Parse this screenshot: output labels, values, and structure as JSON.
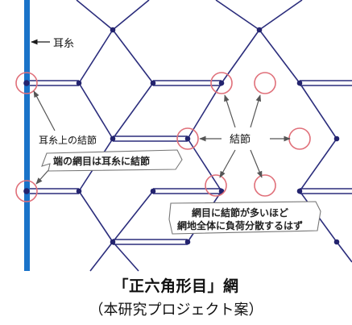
{
  "labels": {
    "selvage": "耳糸",
    "selvage_knot": "耳糸上の結節",
    "knot": "結節",
    "bubble_edge": "端の網目は耳糸に結節",
    "bubble_mesh_line1": "網目に結節が多いほど",
    "bubble_mesh_line2": "網地全体に負荷分散するはず"
  },
  "caption": {
    "title": "「正六角形目」網",
    "subtitle": "（本研究プロジェクト案）"
  },
  "colors": {
    "net_line": "#2b2d7c",
    "knot_dot": "#23236e",
    "selvage_rope": "#1a73c9",
    "highlight_circle": "#e0707a",
    "arrow": "#555555"
  },
  "icons": {
    "knot_marker": "circle-highlight",
    "pointer": "arrow"
  }
}
